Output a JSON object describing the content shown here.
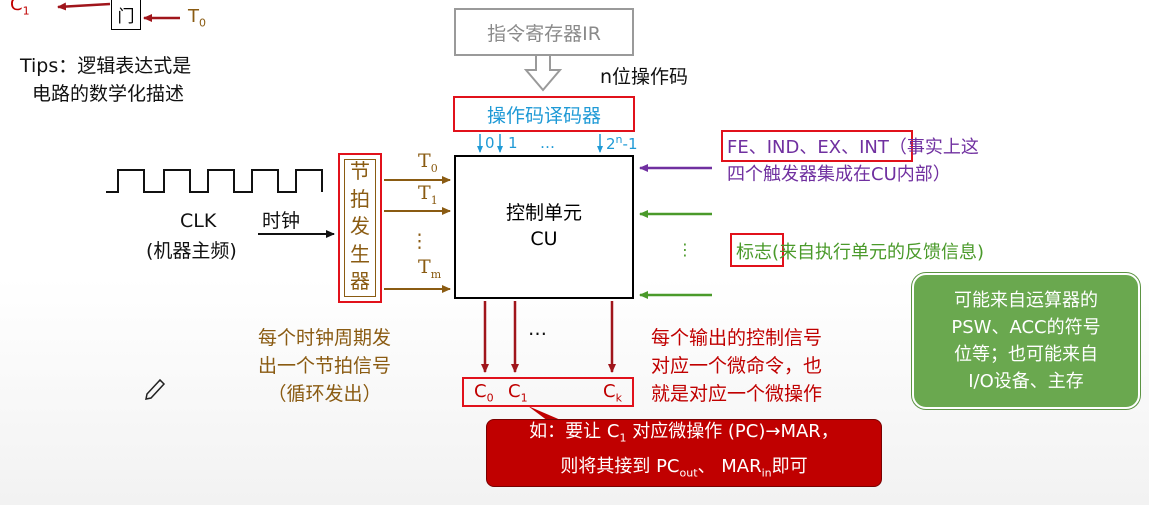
{
  "top_left": {
    "c1_label": "C",
    "c1_sub": "1",
    "gate_label": "门",
    "t0_label": "T",
    "t0_sub": "0"
  },
  "tips": {
    "line1": "Tips：逻辑表达式是",
    "line2": "电路的数学化描述"
  },
  "ir_box": {
    "label": "指令寄存器IR"
  },
  "opcode_bits": {
    "label": "n位操作码"
  },
  "decoder": {
    "label": "操作码译码器",
    "outputs": [
      "0",
      "1",
      "…",
      "2"
    ],
    "last_sup": "n",
    "last_suffix": "-1"
  },
  "clock": {
    "name": "CLK",
    "name_cn": "时钟",
    "desc": "(机器主频)"
  },
  "beat_generator": {
    "chars": [
      "节",
      "拍",
      "发",
      "生",
      "器"
    ],
    "outputs": [
      {
        "main": "T",
        "sub": "0"
      },
      {
        "main": "T",
        "sub": "1"
      },
      {
        "main": "⋮",
        "sub": ""
      },
      {
        "main": "T",
        "sub": "m"
      }
    ],
    "note_line1": "每个时钟周期发",
    "note_line2": "出一个节拍信号",
    "note_line3": "（循环发出）"
  },
  "cu": {
    "line1": "控制单元",
    "line2": "CU"
  },
  "triggers": {
    "boxed": "FE、IND、EX、INT",
    "note1": "（事实上这",
    "note2": "四个触发器集成在CU内部）"
  },
  "flags": {
    "dots": "⋮",
    "boxed": "标志",
    "note": "(来自执行单元的反馈信息)"
  },
  "green_note": {
    "line1": "可能来自运算器的",
    "line2": "PSW、ACC的符号",
    "line3": "位等；也可能来自",
    "line4": "I/O设备、主存"
  },
  "outputs": {
    "ellipsis": "…",
    "c0": "C",
    "c0_sub": "0",
    "c1": "C",
    "c1_sub": "1",
    "ck": "C",
    "ck_sub": "k",
    "note_line1": "每个输出的控制信号",
    "note_line2": "对应一个微命令，也",
    "note_line3": "就是对应一个微操作"
  },
  "red_note": {
    "line1_a": "如：要让 C",
    "line1_sub": "1",
    "line1_b": " 对应微操作 (PC)→MAR，",
    "line2_a": "则将其接到 PC",
    "line2_sub1": "out",
    "line2_mid": "、 MAR",
    "line2_sub2": "in",
    "line2_b": "即可"
  },
  "pencil_icon": "pencil-icon",
  "colors": {
    "red": "#c00000",
    "box_red": "#e1111b",
    "blue": "#1f9ad6",
    "brown": "#8a5b12",
    "green": "#6aa84f",
    "purple": "#7030a0",
    "gray": "#9a9a9a"
  }
}
